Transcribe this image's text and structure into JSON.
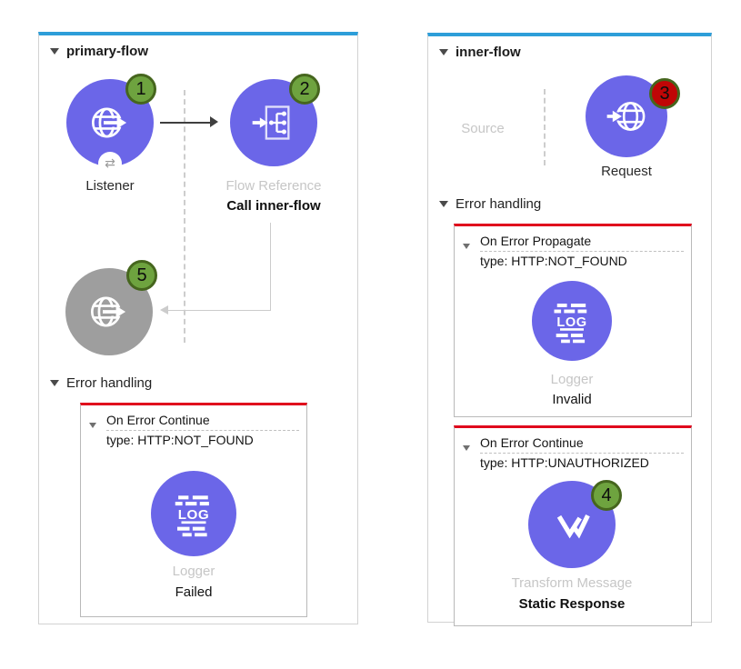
{
  "colors": {
    "accent_blue": "#2D9ED9",
    "node_blue": "#6B66E8",
    "node_gray": "#9E9E9E",
    "badge_green": "#6EA33F",
    "badge_border": "#46661E",
    "badge_red": "#C00606",
    "error_red": "#E0041C",
    "placeholder_gray": "#C6C6C6"
  },
  "primary_flow": {
    "title": "primary-flow",
    "listener": {
      "badge": "1",
      "label": "Listener"
    },
    "flow_reference": {
      "badge": "2",
      "type_label": "Flow Reference",
      "name_label": "Call inner-flow"
    },
    "http_endpoint": {
      "badge": "5"
    },
    "error_handling_label": "Error handling",
    "on_error": {
      "title": "On Error Continue",
      "type_line": "type: HTTP:NOT_FOUND",
      "component_type": "Logger",
      "component_name": "Failed"
    }
  },
  "inner_flow": {
    "title": "inner-flow",
    "source_label": "Source",
    "request": {
      "badge": "3",
      "label": "Request"
    },
    "error_handling_label": "Error handling",
    "on_error_1": {
      "title": "On Error Propagate",
      "type_line": "type: HTTP:NOT_FOUND",
      "component_type": "Logger",
      "component_name": "Invalid"
    },
    "on_error_2": {
      "title": "On Error Continue",
      "type_line": "type: HTTP:UNAUTHORIZED",
      "badge": "4",
      "component_type": "Transform Message",
      "component_name": "Static Response"
    }
  }
}
